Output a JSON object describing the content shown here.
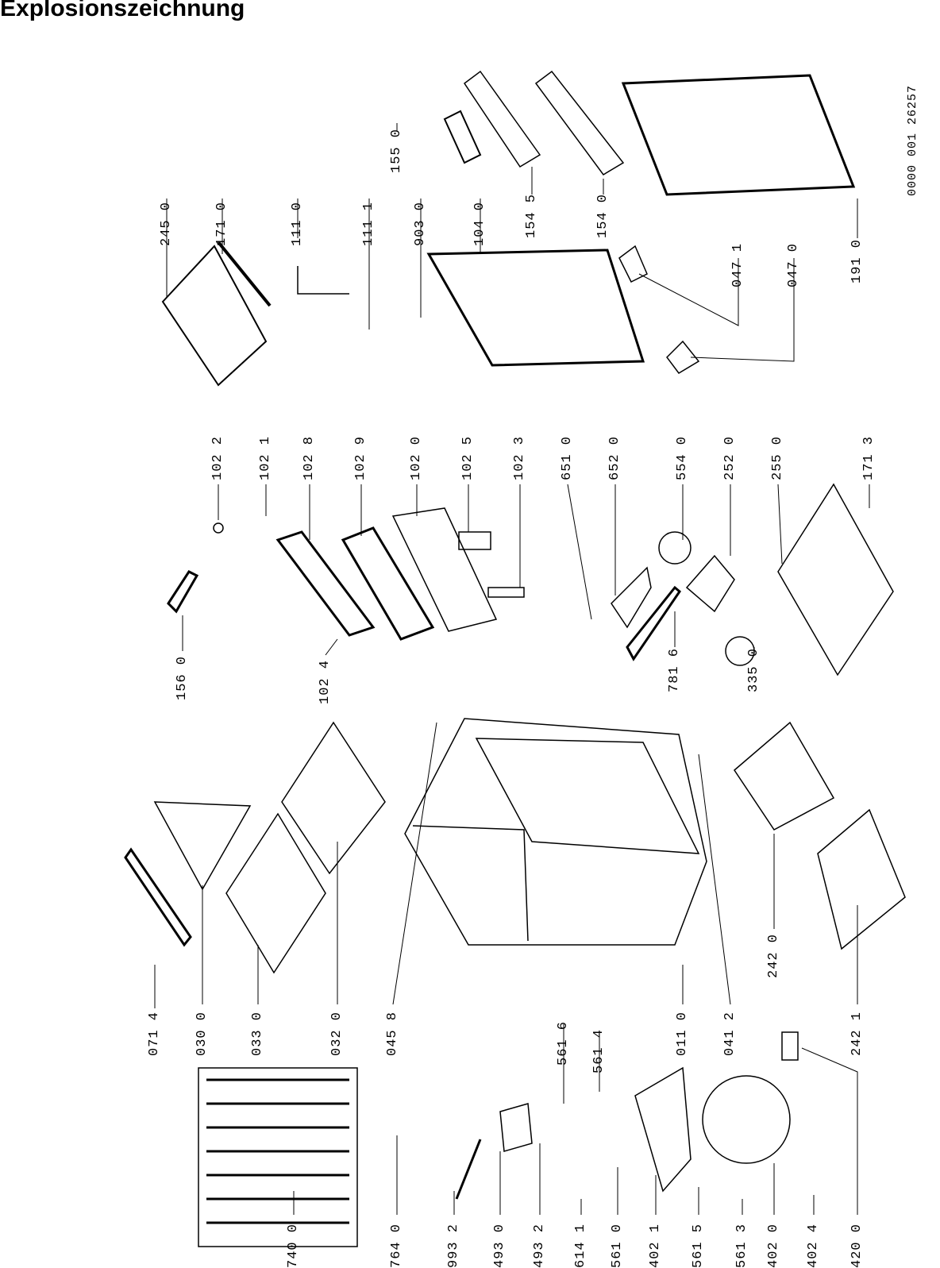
{
  "title": "Explosionszeichnung",
  "document_id": "0000 001 26257",
  "labels": [
    "071 4",
    "030 0",
    "033 0",
    "032 0",
    "045 8",
    "011 0",
    "041 2",
    "242 0",
    "242 1",
    "156 0",
    "102 4",
    "102 2",
    "102 1",
    "102 8",
    "102 9",
    "102 0",
    "102 5",
    "102 3",
    "651 0",
    "652 0",
    "554 0",
    "252 0",
    "255 0",
    "171 3",
    "781 6",
    "335 0",
    "245 0",
    "171 0",
    "111 0",
    "111 1",
    "903 0",
    "104 0",
    "155 0",
    "154 5",
    "154 0",
    "047 1",
    "047 0",
    "191 0",
    "740 0",
    "764 0",
    "993 2",
    "493 0",
    "493 2",
    "614 1",
    "561 0",
    "402 1",
    "561 5",
    "561 3",
    "402 0",
    "402 4",
    "420 0",
    "561 6",
    "561 4"
  ]
}
